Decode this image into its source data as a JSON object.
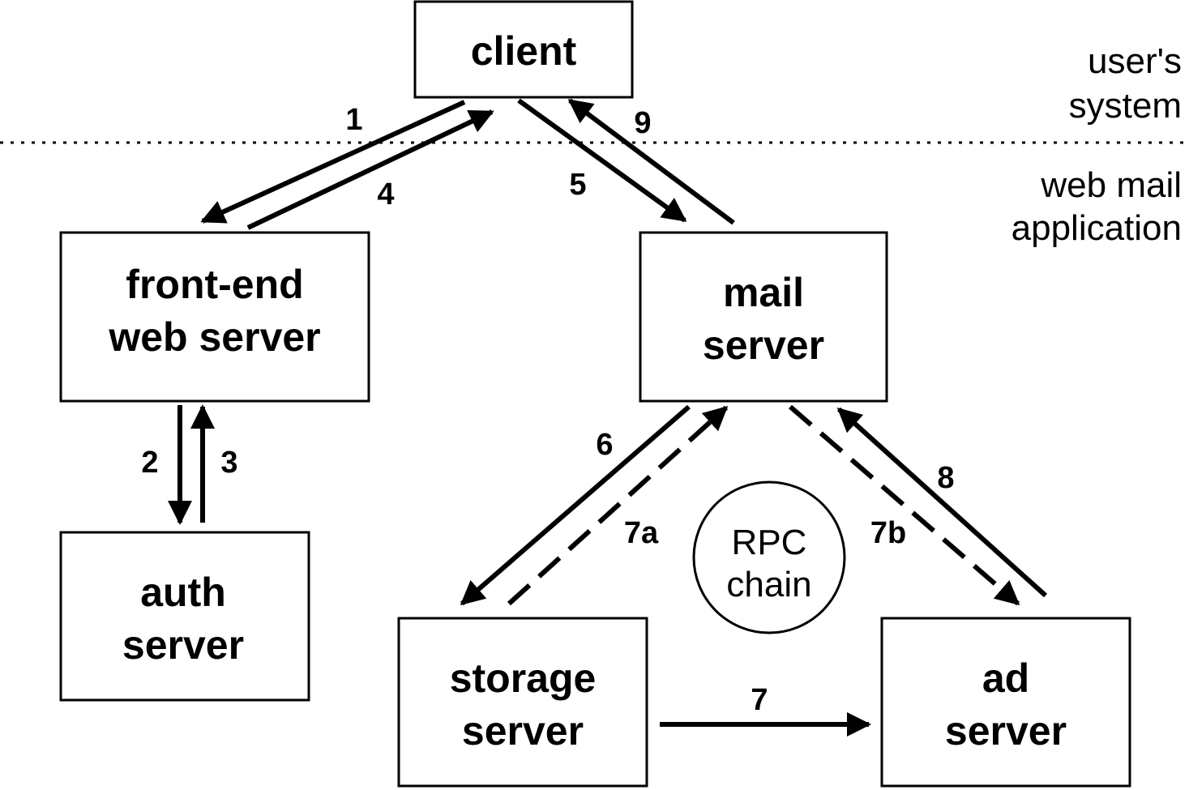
{
  "nodes": {
    "client": {
      "lines": [
        "client"
      ]
    },
    "frontend": {
      "lines": [
        "front-end",
        "web server"
      ]
    },
    "auth": {
      "lines": [
        "auth",
        "server"
      ]
    },
    "mail": {
      "lines": [
        "mail",
        "server"
      ]
    },
    "storage": {
      "lines": [
        "storage",
        "server"
      ]
    },
    "ad": {
      "lines": [
        "ad",
        "server"
      ]
    }
  },
  "regions": {
    "user": {
      "lines": [
        "user's",
        "system"
      ]
    },
    "webmail": {
      "lines": [
        "web mail",
        "application"
      ]
    }
  },
  "rpc_chain": {
    "lines": [
      "RPC",
      "chain"
    ]
  },
  "edges": {
    "e1": "1",
    "e2": "2",
    "e3": "3",
    "e4": "4",
    "e5": "5",
    "e6": "6",
    "e7": "7",
    "e7a": "7a",
    "e7b": "7b",
    "e8": "8",
    "e9": "9"
  }
}
